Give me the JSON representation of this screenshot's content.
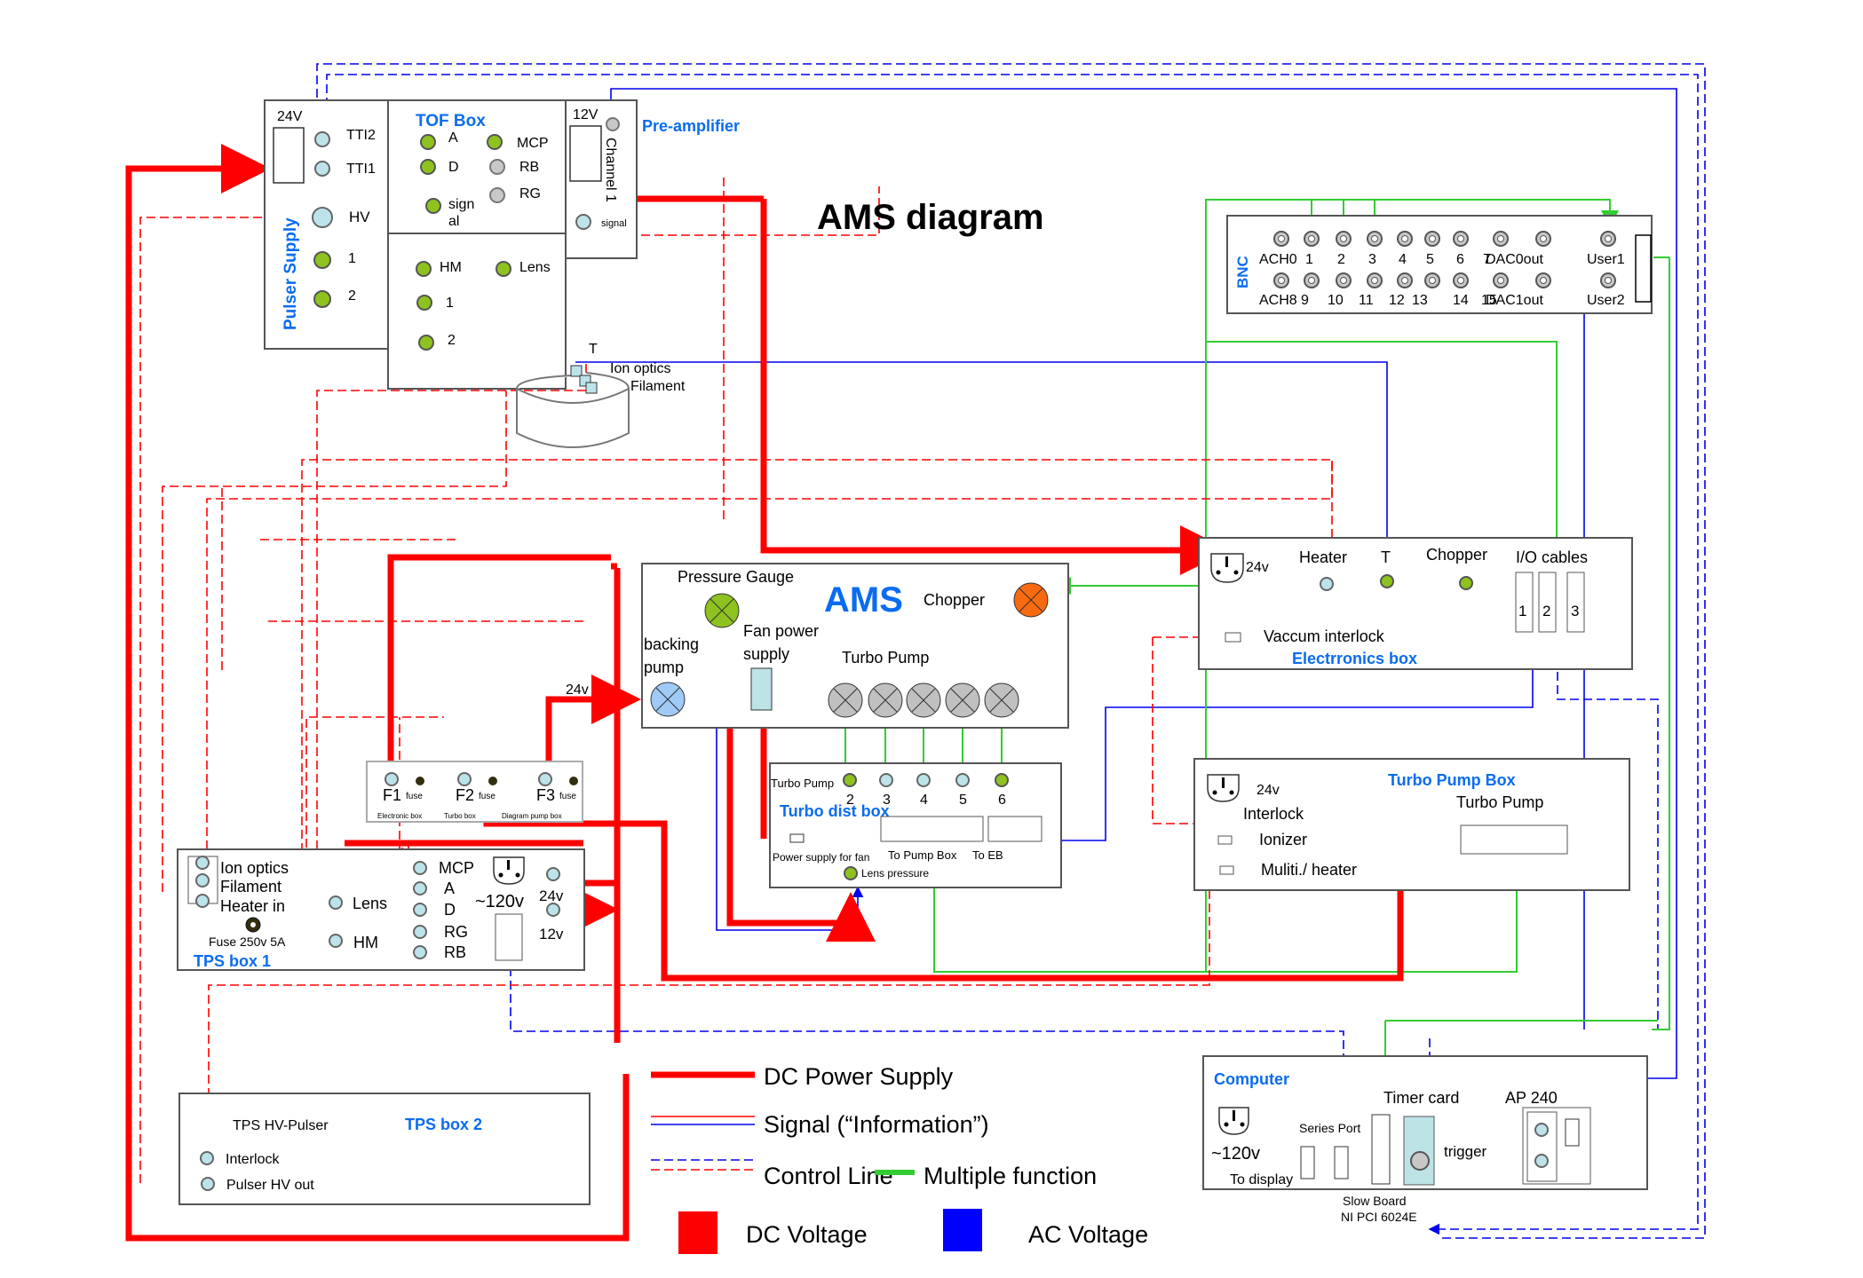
{
  "title": "AMS diagram",
  "pulser_supply": {
    "label": "Pulser Supply",
    "voltage": "24V",
    "ports": [
      "TTI2",
      "TTI1",
      "HV",
      "1",
      "2"
    ]
  },
  "tof_box": {
    "label": "TOF Box",
    "ports_left": [
      "A",
      "D",
      "sign",
      "al"
    ],
    "ports_right": [
      "MCP",
      "RB",
      "RG"
    ],
    "lower_ports": [
      "HM",
      "Lens",
      "1",
      "2"
    ]
  },
  "preamplifier": {
    "label": "Pre-amplifier",
    "voltage": "12V",
    "channel": "Channel 1",
    "signal": "signal"
  },
  "ion_source": {
    "t_label": "T",
    "ion_optics": "Ion optics",
    "filament": "Filament"
  },
  "bnc": {
    "label": "BNC",
    "top_row": [
      "ACH0",
      "1",
      "2",
      "3",
      "4",
      "5",
      "6",
      "7",
      "DAC0out",
      "User1"
    ],
    "bottom_row": [
      "ACH8",
      "9",
      "10",
      "11",
      "12",
      "13",
      "14",
      "15",
      "DAC1out",
      "User2"
    ]
  },
  "ams_box": {
    "label": "AMS",
    "pressure_gauge": "Pressure Gauge",
    "chopper": "Chopper",
    "backing": "backing",
    "pump": "pump",
    "fan1": "Fan power",
    "fan2": "supply",
    "turbo_pump": "Turbo Pump",
    "v24": "24v"
  },
  "electronics_box": {
    "label": "Electrronics box",
    "v24": "24v",
    "heater": "Heater",
    "t": "T",
    "chopper": "Chopper",
    "io_cables": "I/O cables",
    "cables": [
      "1",
      "2",
      "3"
    ],
    "vacuum_interlock": "Vaccum interlock"
  },
  "fuse_box": {
    "fuses": [
      {
        "name": "F1",
        "fuse": "fuse",
        "target": "Electronic box"
      },
      {
        "name": "F2",
        "fuse": "fuse",
        "target": "Turbo box"
      },
      {
        "name": "F3",
        "fuse": "fuse",
        "target": "Diagram pump box"
      }
    ]
  },
  "turbo_dist_box": {
    "label": "Turbo dist box",
    "turbo_pump": "Turbo Pump",
    "numbers": [
      "2",
      "3",
      "4",
      "5",
      "6"
    ],
    "to_pump_box": "To Pump Box",
    "to_eb": "To EB",
    "fan_power": "Power supply for fan",
    "lens_pressure": "Lens pressure"
  },
  "turbo_pump_box": {
    "label": "Turbo Pump Box",
    "v24": "24v",
    "interlock": "Interlock",
    "ionizer": "Ionizer",
    "multi_heater": "Muliti./ heater",
    "turbo_pump": "Turbo Pump"
  },
  "tps_box1": {
    "label": "TPS box 1",
    "left_ports": [
      "Ion optics",
      "Filament",
      "Heater in"
    ],
    "fuse": "Fuse 250v 5A",
    "lens": "Lens",
    "hm": "HM",
    "right_ports": [
      "MCP",
      "A",
      "D",
      "RG",
      "RB"
    ],
    "ac": "~120v",
    "v24": "24v",
    "v12": "12v"
  },
  "tps_box2": {
    "label": "TPS box 2",
    "title": "TPS HV-Pulser",
    "interlock": "Interlock",
    "pulser_out": "Pulser HV out"
  },
  "computer": {
    "label": "Computer",
    "ac": "~120v",
    "to_display": "To display",
    "series_port": "Series Port",
    "timer_card": "Timer card",
    "trigger": "trigger",
    "ap240": "AP 240",
    "slow_board": "Slow Board",
    "ni_pci": "NI PCI 6024E"
  },
  "legend": {
    "dc_power": "DC Power Supply",
    "signal": "Signal (“Information”)",
    "control": "Control Line",
    "multi": "Multiple function",
    "dc_voltage": "DC Voltage",
    "ac_voltage": "AC Voltage",
    "colors": {
      "dc": "#ff0000",
      "ac": "#0000ff",
      "multi": "#33cc33",
      "label_blue": "#0a6cf0"
    }
  }
}
